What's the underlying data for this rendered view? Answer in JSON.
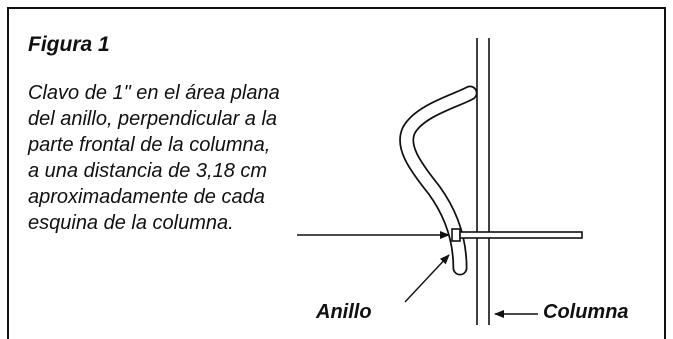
{
  "figure": {
    "title": "Figura 1",
    "caption_lines": [
      "Clavo de 1\" en el área plana",
      "del anillo, perpendicular a la",
      "parte frontal de la columna,",
      "a una distancia de 3,18 cm",
      "aproximadamente de cada",
      "esquina de la columna."
    ],
    "labels": {
      "ring": "Anillo",
      "post": "Columna"
    }
  }
}
